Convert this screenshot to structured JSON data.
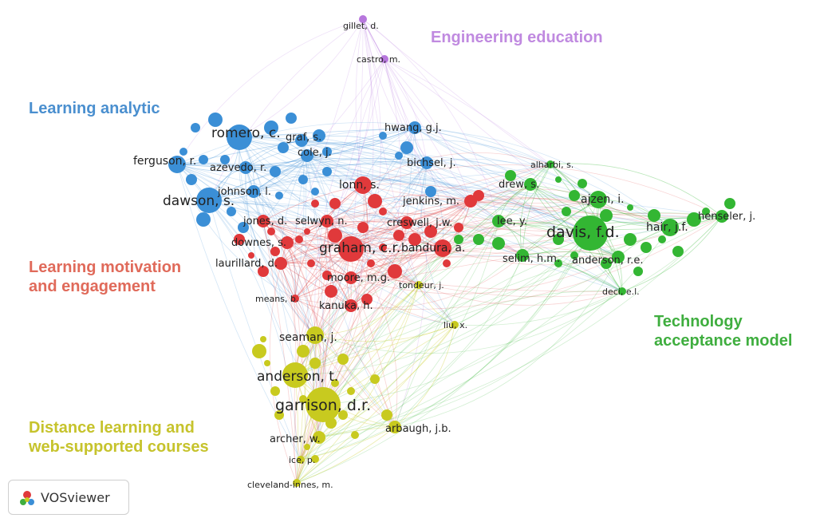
{
  "colors": {
    "blue": "#3b8fd6",
    "red": "#e0393b",
    "green": "#33b633",
    "yellow": "#c8ca1f",
    "purple": "#b777dd",
    "label": "#222222"
  },
  "clusters": [
    {
      "id": "engineering",
      "lines": [
        "Engineering education"
      ],
      "color": "#c08ae0"
    },
    {
      "id": "learning-analytic",
      "lines": [
        "Learning analytic"
      ],
      "color": "#4a8fcf"
    },
    {
      "id": "motivation",
      "lines": [
        "Learning motivation",
        "and engagement"
      ],
      "color": "#e06a5a"
    },
    {
      "id": "tam",
      "lines": [
        "Technology",
        "acceptance model"
      ],
      "color": "#3fae3f"
    },
    {
      "id": "distance",
      "lines": [
        "Distance learning and",
        "web-supported courses"
      ],
      "color": "#c6c32c"
    }
  ],
  "nodes": [
    {
      "label": "gillet, d.",
      "c": "purple",
      "size": 1
    },
    {
      "label": "castro, m.",
      "c": "purple",
      "size": 1
    },
    {
      "label": "romero, c.",
      "c": "blue",
      "size": 4
    },
    {
      "label": "graf, s.",
      "c": "blue",
      "size": 2
    },
    {
      "label": "cole, j.",
      "c": "blue",
      "size": 2
    },
    {
      "label": "ferguson, r.",
      "c": "blue",
      "size": 3
    },
    {
      "label": "azevedo, r.",
      "c": "blue",
      "size": 2
    },
    {
      "label": "johnson, l.",
      "c": "blue",
      "size": 2
    },
    {
      "label": "dawson, s.",
      "c": "blue",
      "size": 4
    },
    {
      "label": "hwang, g.j.",
      "c": "blue",
      "size": 2
    },
    {
      "label": "bichsel, j.",
      "c": "blue",
      "size": 2
    },
    {
      "label": "lonn, s.",
      "c": "red",
      "size": 3
    },
    {
      "label": "jenkins, m.",
      "c": "red",
      "size": 2
    },
    {
      "label": "jones, d.",
      "c": "red",
      "size": 2
    },
    {
      "label": "selwyn, n.",
      "c": "red",
      "size": 2
    },
    {
      "label": "creswell, j.w.",
      "c": "red",
      "size": 2
    },
    {
      "label": "downes, s.",
      "c": "red",
      "size": 2
    },
    {
      "label": "graham, c.r.",
      "c": "red",
      "size": 4
    },
    {
      "label": "bandura, a.",
      "c": "red",
      "size": 3
    },
    {
      "label": "laurillard, d.",
      "c": "red",
      "size": 2
    },
    {
      "label": "moore, m.g.",
      "c": "red",
      "size": 2
    },
    {
      "label": "means, b.",
      "c": "red",
      "size": 1
    },
    {
      "label": "kanuka, h.",
      "c": "red",
      "size": 2
    },
    {
      "label": "alharbi, s.",
      "c": "green",
      "size": 1
    },
    {
      "label": "drew, s.",
      "c": "green",
      "size": 2
    },
    {
      "label": "ajzen, i.",
      "c": "green",
      "size": 3
    },
    {
      "label": "lee, y.",
      "c": "green",
      "size": 2
    },
    {
      "label": "davis, f.d.",
      "c": "green",
      "size": 5
    },
    {
      "label": "hair, j.f.",
      "c": "green",
      "size": 3
    },
    {
      "label": "henseler, j.",
      "c": "green",
      "size": 2
    },
    {
      "label": "selim, h.m.",
      "c": "green",
      "size": 2
    },
    {
      "label": "anderson, r.e.",
      "c": "green",
      "size": 2
    },
    {
      "label": "deci, e.l.",
      "c": "green",
      "size": 1
    },
    {
      "label": "tondeur, j.",
      "c": "yellow",
      "size": 1
    },
    {
      "label": "liu, x.",
      "c": "yellow",
      "size": 1
    },
    {
      "label": "seaman, j.",
      "c": "yellow",
      "size": 3
    },
    {
      "label": "anderson, t.",
      "c": "yellow",
      "size": 4
    },
    {
      "label": "garrison, d.r.",
      "c": "yellow",
      "size": 5
    },
    {
      "label": "archer, w.",
      "c": "yellow",
      "size": 2
    },
    {
      "label": "arbaugh, j.b.",
      "c": "yellow",
      "size": 2
    },
    {
      "label": "ice, p.",
      "c": "yellow",
      "size": 1
    },
    {
      "label": "cleveland-innes, m.",
      "c": "yellow",
      "size": 1
    }
  ],
  "brand": {
    "name": "VOSviewer",
    "icon": "vosviewer-logo-icon"
  }
}
